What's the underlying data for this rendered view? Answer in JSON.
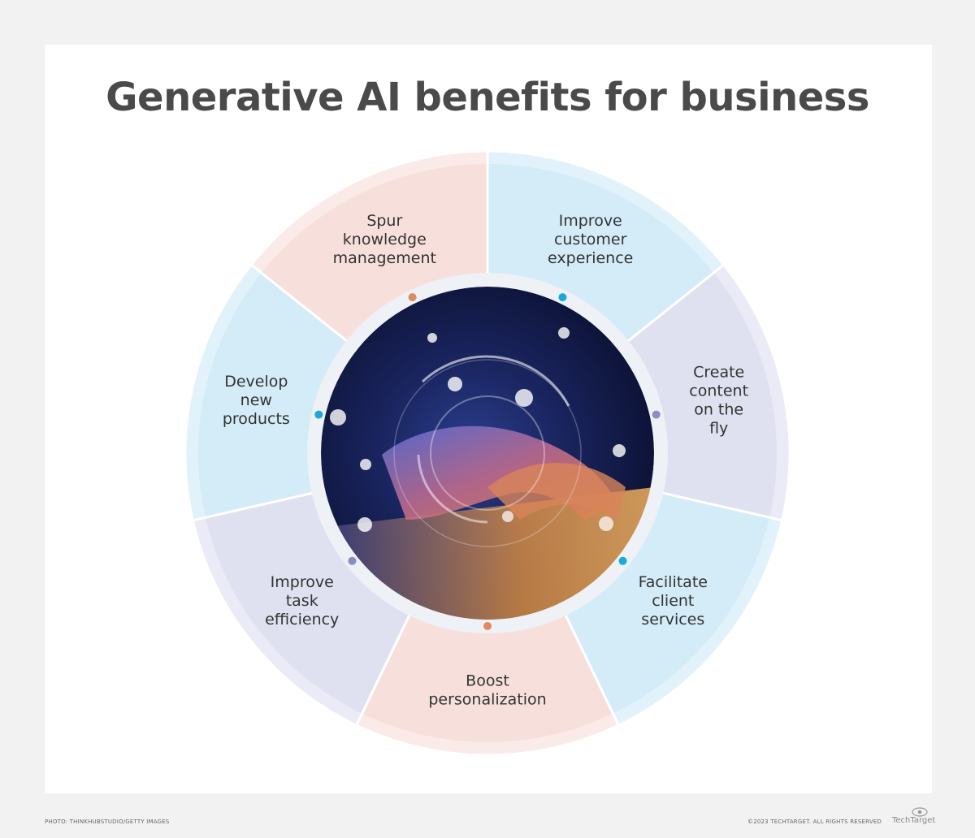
{
  "title": "Generative AI benefits for business",
  "segments": [
    {
      "lines": [
        "Improve",
        "customer",
        "experience"
      ],
      "color": "#d3ecf8",
      "dot": "#19a9dd"
    },
    {
      "lines": [
        "Create",
        "content",
        "on the",
        "fly"
      ],
      "color": "#dfe1f1",
      "dot": "#8d8cc4"
    },
    {
      "lines": [
        "Facilitate",
        "client",
        "services"
      ],
      "color": "#d3ecf8",
      "dot": "#19a9dd"
    },
    {
      "lines": [
        "Boost",
        "personalization"
      ],
      "color": "#f7e0dc",
      "dot": "#e08a5e"
    },
    {
      "lines": [
        "Improve",
        "task",
        "efficiency"
      ],
      "color": "#dfe1f1",
      "dot": "#8d8cc4"
    },
    {
      "lines": [
        "Develop",
        "new",
        "products"
      ],
      "color": "#d3ecf8",
      "dot": "#19a9dd"
    },
    {
      "lines": [
        "Spur",
        "knowledge",
        "management"
      ],
      "color": "#f7e0dc",
      "dot": "#e08a5e"
    }
  ],
  "footer": {
    "photo_credit": "PHOTO: THINKHUBSTUDIO/GETTY IMAGES",
    "copyright": "©2023 TECHTARGET. ALL RIGHTS RESERVED",
    "logo_text": "TechTarget"
  }
}
